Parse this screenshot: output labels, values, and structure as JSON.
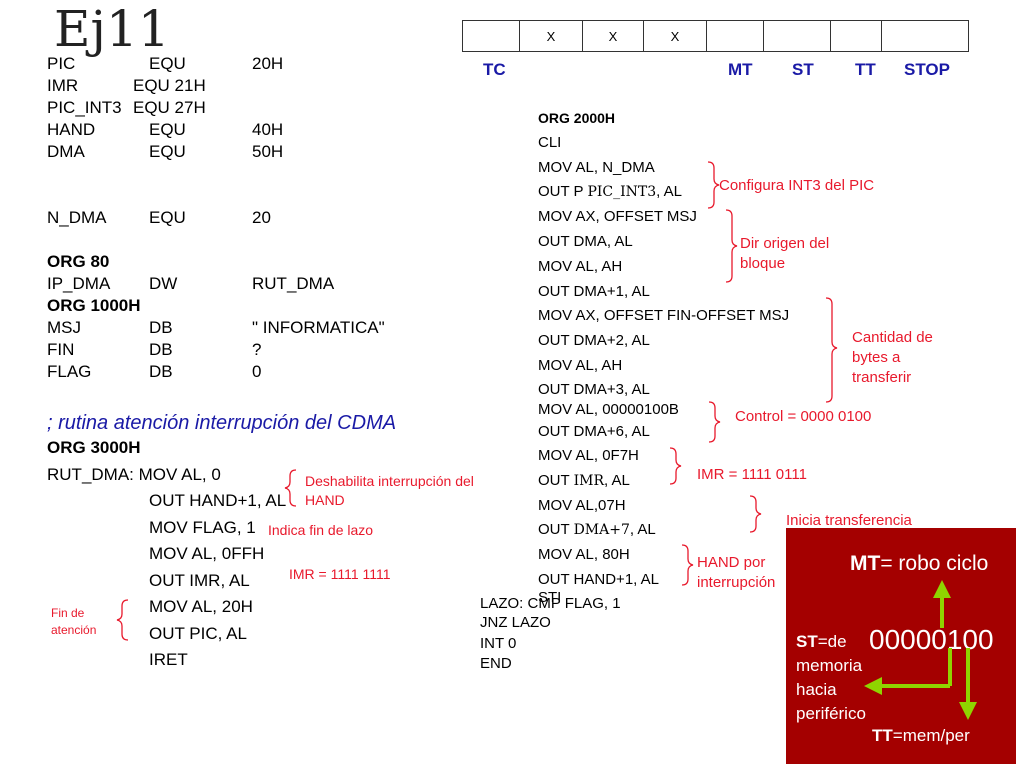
{
  "title": "Ej11",
  "register": {
    "cells": [
      "",
      "X",
      "X",
      "X",
      "",
      "",
      "",
      "",
      ""
    ],
    "labels": {
      "tc": "TC",
      "mt": "MT",
      "st": "ST",
      "tt": "TT",
      "stop": "STOP"
    }
  },
  "equates": [
    {
      "name": "PIC",
      "op": "EQU",
      "value": "20H"
    },
    {
      "name": "IMR",
      "op": "EQU 21H",
      "value": ""
    },
    {
      "name": "PIC_INT3",
      "op": "EQU 27H",
      "value": ""
    },
    {
      "name": "HAND",
      "op": "EQU",
      "value": "40H"
    },
    {
      "name": "DMA",
      "op": "EQU",
      "value": "50H"
    },
    {
      "name": "N_DMA",
      "op": "EQU",
      "value": "20"
    }
  ],
  "data_section": {
    "org80": "ORG 80",
    "ip_dma": {
      "name": "IP_DMA",
      "op": "DW",
      "value": "RUT_DMA"
    },
    "org1000": "ORG 1000H",
    "msj": {
      "name": "MSJ",
      "op": "DB",
      "value": "\" INFORMATICA\""
    },
    "fin": {
      "name": "FIN",
      "op": "DB",
      "value": "?"
    },
    "flag": {
      "name": "FLAG",
      "op": "DB",
      "value": "0"
    }
  },
  "routine": {
    "comment": "; rutina atención interrupción del CDMA",
    "org": "ORG 3000H",
    "lines": [
      "RUT_DMA: MOV AL, 0",
      "OUT HAND+1, AL",
      "MOV FLAG, 1",
      "MOV AL, 0FFH",
      "OUT IMR, AL",
      "MOV AL, 20H",
      "OUT PIC, AL",
      "IRET"
    ],
    "notes": {
      "deshab": "Deshabilita interrupción del HAND",
      "fin_lazo": "Indica fin de lazo",
      "imr_all": "IMR = 1111 1111",
      "fin_atencion": "Fin de atención"
    }
  },
  "main_code": {
    "org": "ORG 2000H",
    "lines": [
      "CLI",
      "MOV AL, N_DMA",
      "OUT P",
      "MOV AX, OFFSET MSJ",
      "OUT DMA, AL",
      "MOV AL, AH",
      "OUT DMA+1, AL",
      "MOV AX, OFFSET FIN-OFFSET MSJ",
      "OUT DMA+2, AL",
      "MOV AL, AH",
      "OUT DMA+3, AL",
      "MOV AL, 00000100B",
      "OUT DMA+6, AL",
      "MOV AL, 0F7H",
      "OUT",
      "MOV AL,07H",
      "OUT",
      "MOV AL, 80H",
      "OUT HAND+1, AL",
      "STI"
    ],
    "serif_parts": {
      "pic_int3": "PIC_INT3",
      "imr": "IMR",
      "dma7": "DMA+7"
    },
    "tail": ", AL",
    "loop": [
      "LAZO:  CMP FLAG, 1",
      "JNZ LAZO",
      "INT 0",
      "END"
    ]
  },
  "annotations": {
    "config_int3": "Configura INT3 del PIC",
    "dir_origen": "Dir origen del bloque",
    "cantidad": "Cantidad de bytes a transferir",
    "control": "Control = 0000 0100",
    "imr": "IMR = 1111 0111",
    "inicia": "Inicia  transferencia",
    "hand": "HAND por interrupción"
  },
  "info_box": {
    "mt_key": "MT",
    "mt_text": "= robo ciclo",
    "value": "00000100",
    "st_key": "ST",
    "st_text": "=de memoria hacia periférico",
    "tt_key": "TT",
    "tt_text": "=mem/per"
  },
  "colors": {
    "red": "#e8192c",
    "blue": "#1a1aa6",
    "box": "#a40000",
    "arrow": "#8fd400"
  }
}
